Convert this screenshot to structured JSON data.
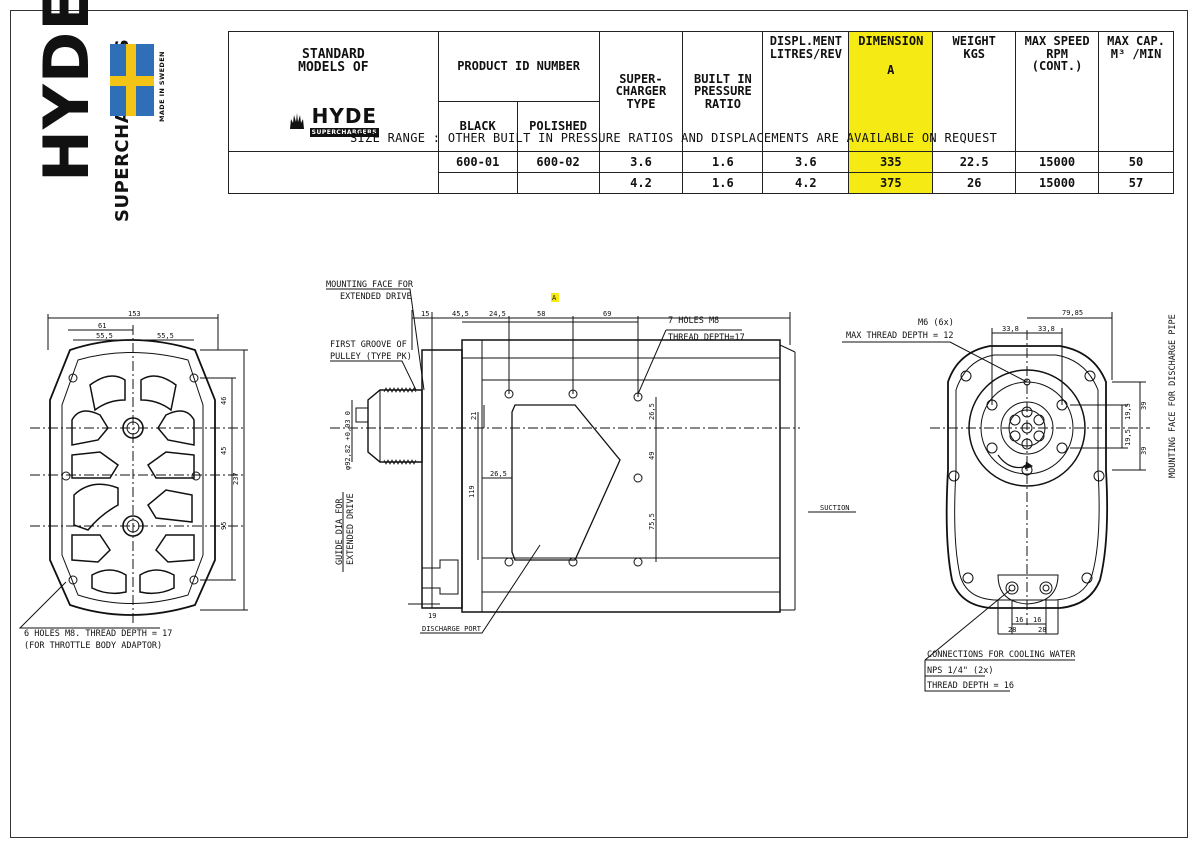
{
  "brand": {
    "name": "HYDE",
    "sub": "SUPERCHARGERS",
    "made": "MADE IN SWEDEN",
    "flag_colors": {
      "field": "#2f6fb8",
      "cross": "#f3c316"
    }
  },
  "table": {
    "standard_models": "STANDARD MODELS OF",
    "logo_name": "HYDE",
    "logo_sub": "SUPERCHARGERS",
    "product_id_header": "PRODUCT ID NUMBER",
    "black": "BLACK",
    "polished": "POLISHED",
    "black_id": "600-01",
    "polished_id": "600-02",
    "supercharger_type": "SUPER-\nCHARGER\nTYPE",
    "pressure_ratio": "BUILT IN\nPRESSURE\nRATIO",
    "displacement": "DISPL.MENT\nLITRES/REV",
    "dimension": "DIMENSION",
    "dimension_a": "A",
    "weight": "WEIGHT\nKGS",
    "max_speed": "MAX SPEED\nRPM\n(CONT.)",
    "max_cap": "MAX CAP.\nM³ /MIN",
    "highlight_color": "#f5ea14",
    "rows": [
      {
        "type": "3.6",
        "ratio": "1.6",
        "displ": "3.6",
        "dim": "335",
        "weight": "22.5",
        "rpm": "15000",
        "cap": "50"
      },
      {
        "type": "4.2",
        "ratio": "1.6",
        "displ": "4.2",
        "dim": "375",
        "weight": "26",
        "rpm": "15000",
        "cap": "57"
      }
    ]
  },
  "size_note": "SIZE RANGE : OTHER BUILT IN PRESSURE RATIOS AND DISPLACEMENTS ARE AVAILABLE ON REQUEST",
  "drawing": {
    "left_view": {
      "d153": "153",
      "d61": "61",
      "d555a": "55,5",
      "d555b": "55,5",
      "d46": "46",
      "d45": "45",
      "d237": "237",
      "d95": "95",
      "holes_note_1": "6 HOLES M8. THREAD DEPTH = 17",
      "holes_note_2": "(FOR THROTTLE BODY ADAPTOR)"
    },
    "side_view": {
      "mount_face_1": "MOUNTING FACE FOR",
      "mount_face_2": "EXTENDED DRIVE",
      "groove_1": "FIRST GROOVE OF",
      "groove_2": "PULLEY (TYPE PK)",
      "dim_a": "A",
      "d15": "15",
      "d455": "45,5",
      "d245": "24,5",
      "d58": "58",
      "d69": "69",
      "holes_1": "7 HOLES M8",
      "holes_2": "THREAD DEPTH=17",
      "d21": "21",
      "d265a": "26,5",
      "d265b": "26,5",
      "d49": "49",
      "d755": "75,5",
      "d119": "119",
      "shaft_dia": "φ92,82 +0,03 0",
      "guide_1": "GUIDE DIA FOR",
      "guide_2": "EXTENDED DRIVE",
      "d19": "19",
      "suction": "SUCTION",
      "discharge": "DISCHARGE PORT"
    },
    "right_view": {
      "d7985": "79,85",
      "m6": "M6 (6x)",
      "m6_depth": "MAX THREAD DEPTH = 12",
      "d338a": "33,8",
      "d338b": "33,8",
      "d39a": "39",
      "d195a": "19,5",
      "d195b": "19,5",
      "d39b": "39",
      "mount_pipe": "MOUNTING FACE FOR DISCHARGE PIPE",
      "d16a": "16",
      "d16b": "16",
      "d28a": "28",
      "d28b": "28",
      "water_1": "CONNECTIONS FOR COOLING WATER",
      "water_2": "NPS 1/4\" (2x)",
      "water_3": "THREAD DEPTH = 16"
    }
  }
}
